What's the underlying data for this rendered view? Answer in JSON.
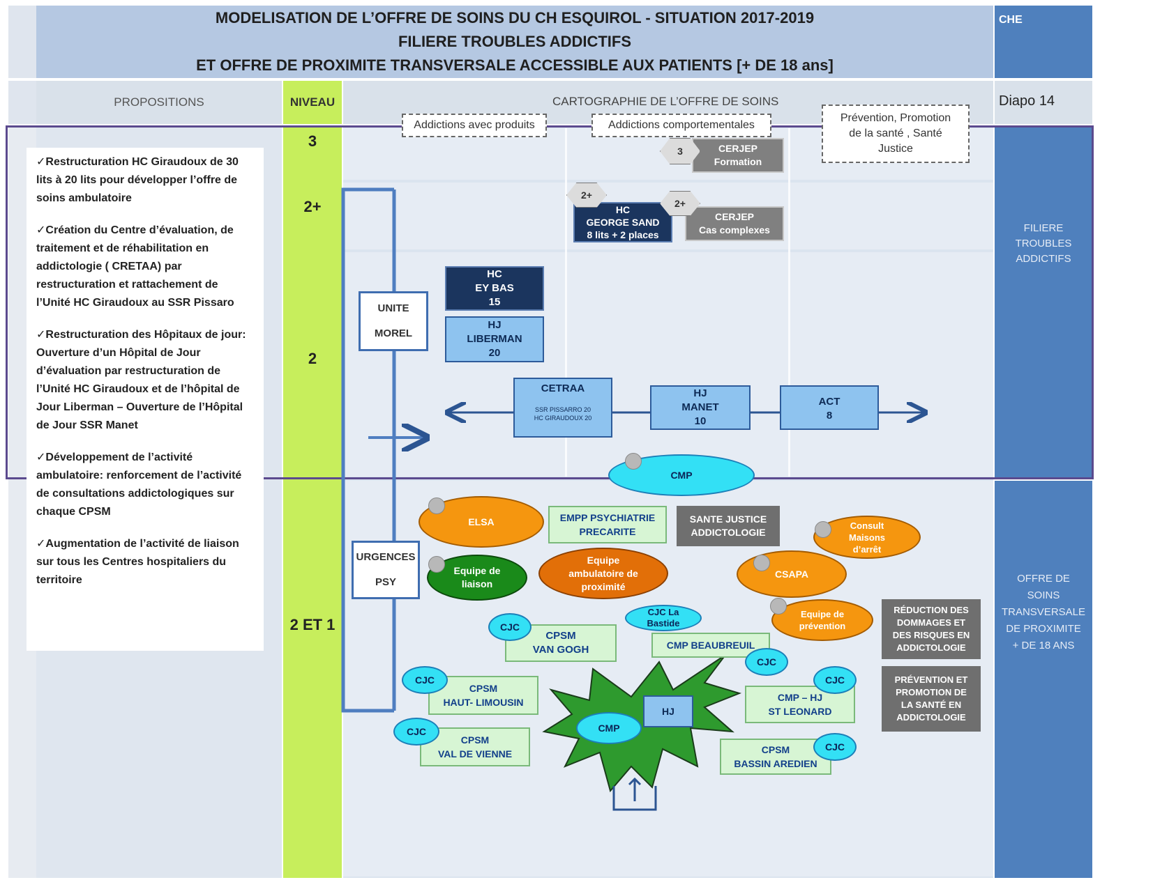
{
  "header": {
    "title_lines": [
      "MODELISATION DE L’OFFRE DE SOINS DU CH ESQUIROL - SITUATION 2017-2019",
      "FILIERE TROUBLES ADDICTIFS",
      "ET OFFRE DE PROXIMITE TRANSVERSALE ACCESSIBLE AUX PATIENTS [+ DE 18 ans]"
    ],
    "che_label": "CHE"
  },
  "columns": {
    "propositions": "PROPOSITIONS",
    "niveau": "NIVEAU",
    "cartographie": "CARTOGRAPHIE DE L’OFFRE DE SOINS",
    "diapo": "Diapo 14"
  },
  "propositions": [
    "✓Restructuration HC Giraudoux de 30 lits à 20 lits pour développer l’offre de soins ambulatoire",
    "✓Création du Centre d’évaluation, de traitement et de réhabilitation en addictologie ( CRETAA) par restructuration et rattachement de l’Unité HC Giraudoux au SSR Pissaro",
    "✓Restructuration des Hôpitaux de jour: Ouverture d’un Hôpital de Jour d’évaluation par restructuration de l’Unité HC Giraudoux et de l’hôpital de Jour Liberman – Ouverture de l’Hôpital de Jour SSR Manet",
    "✓Développement de l’activité ambulatoire: renforcement de l’activité de consultations addictologiques sur chaque CPSM",
    "✓Augmentation de l’activité de liaison sur tous les Centres hospitaliers du territoire"
  ],
  "levels": [
    "3",
    "2+",
    "2",
    "2 ET 1"
  ],
  "categories": {
    "avec_produits": "Addictions avec produits",
    "comportementales": "Addictions comportementales",
    "prevention": [
      "Prévention, Promotion",
      "de la santé , Santé",
      "Justice"
    ]
  },
  "nodes": {
    "cerjep_formation": [
      "CERJEP",
      "Formation"
    ],
    "hex_3": "3",
    "hex_2plus_a": "2+",
    "hex_2plus_b": "2+",
    "hc_george_sand": [
      "HC",
      "GEORGE SAND",
      "8 lits + 2 places"
    ],
    "cerjep_cas": [
      "CERJEP",
      "Cas complexes"
    ],
    "unite_morel": [
      "UNITE",
      "MOREL"
    ],
    "hc_ey_bas": [
      "HC",
      "EY BAS",
      "15"
    ],
    "hj_liberman": [
      "HJ",
      "LIBERMAN",
      "20"
    ],
    "cetraa": "CETRAA",
    "cetraa_sub": [
      "SSR PISSARRO 20",
      "HC GIRAUDOUX 20"
    ],
    "hj_manet": [
      "HJ",
      "MANET",
      "10"
    ],
    "act": [
      "ACT",
      "8"
    ],
    "cmp_top": "CMP",
    "urgences_psy": [
      "URGENCES",
      "PSY"
    ],
    "elsa": "ELSA",
    "equipe_liaison": [
      "Equipe de",
      "liaison"
    ],
    "empp": [
      "EMPP PSYCHIATRIE",
      "PRECARITE"
    ],
    "equipe_ambulatoire": [
      "Equipe",
      "ambulatoire de",
      "proximité"
    ],
    "sante_justice": [
      "SANTE JUSTICE",
      "ADDICTOLOGIE"
    ],
    "consult_maisons": [
      "Consult",
      "Maisons",
      "d’arrêt"
    ],
    "csapa": "CSAPA",
    "equipe_prevention": [
      "Equipe de",
      "prévention"
    ],
    "reduction": [
      "RÉDUCTION DES",
      "DOMMAGES ET",
      "DES RISQUES EN",
      "ADDICTOLOGIE"
    ],
    "prevention_promo": [
      "PRÉVENTION ET",
      "PROMOTION DE",
      "LA SANTÉ EN",
      "ADDICTOLOGIE"
    ],
    "cpsm_van_gogh": [
      "CPSM",
      "VAN GOGH"
    ],
    "cjc_la_bastide": [
      "CJC La",
      "Bastide"
    ],
    "cmp_beaubreuil": "CMP BEAUBREUIL",
    "cpsm_haut_limousin": [
      "CPSM",
      "HAUT- LIMOUSIN"
    ],
    "cmp_hj_st_leonard": [
      "CMP – HJ",
      "ST LEONARD"
    ],
    "cpsm_val_de_vienne": [
      "CPSM",
      "VAL DE VIENNE"
    ],
    "cpsm_bassin_aredien": [
      "CPSM",
      "BASSIN AREDIEN"
    ],
    "cmp_star": "CMP",
    "hj_star": "HJ",
    "cjc": "CJC"
  },
  "side_labels": {
    "filiere": [
      "FILIERE",
      "TROUBLES",
      "ADDICTIFS"
    ],
    "offre": [
      "OFFRE DE",
      "SOINS",
      "TRANSVERSALE",
      "DE PROXIMITE",
      "+ DE 18 ANS"
    ]
  },
  "colors": {
    "header_bg": "#b5c8e2",
    "side_blue": "#4f80bd",
    "niveau_green": "#c7ee5c",
    "navy": "#1b355e",
    "light_blue": "#8ec3ef",
    "orange": "#f5960f",
    "dark_orange": "#e26f08",
    "green": "#1a8a1a",
    "cyan": "#33e0f5",
    "grey": "#808080",
    "divider_purple": "#5b4a8e",
    "arrow_blue": "#2c5592"
  }
}
